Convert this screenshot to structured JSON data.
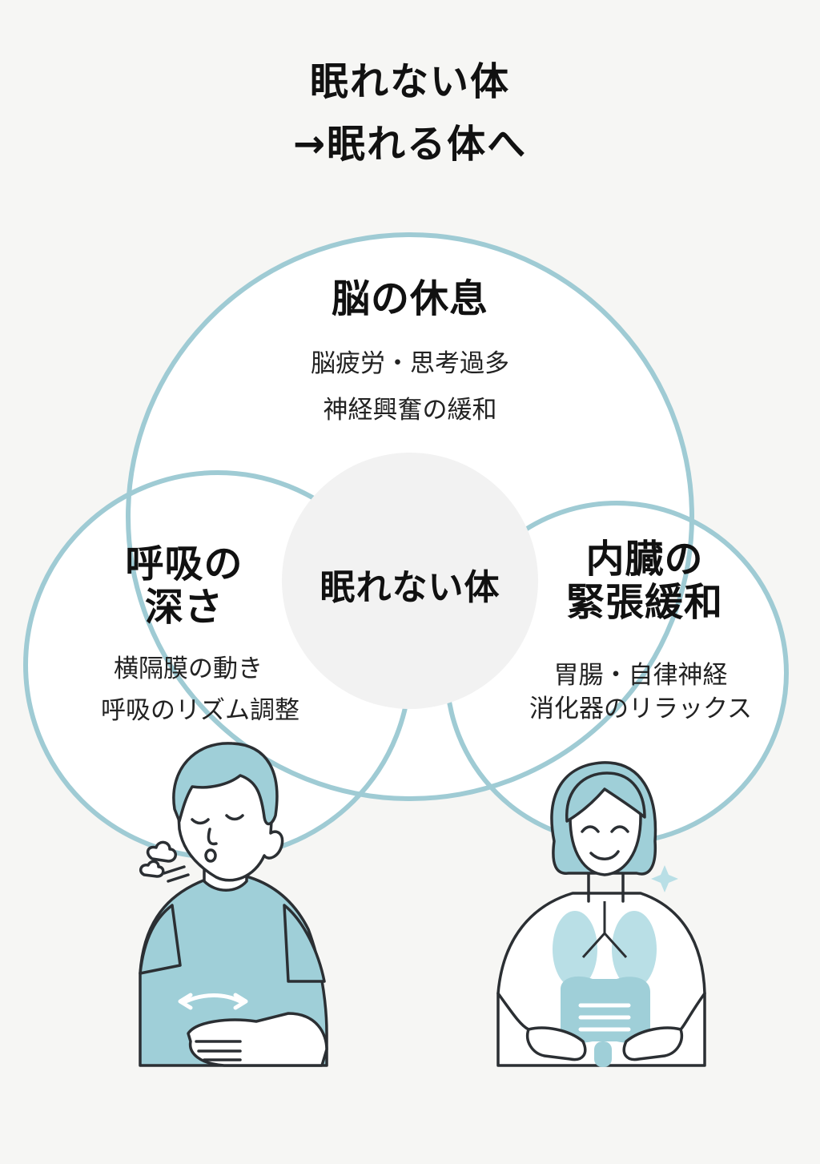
{
  "title": {
    "line1": "眠れない体",
    "line2": "→眠れる体へ"
  },
  "center": {
    "label": "眠れない体"
  },
  "top_circle": {
    "heading": "脳の休息",
    "lines": [
      "脳疲労・思考過多",
      "神経興奮の緩和"
    ]
  },
  "left_circle": {
    "heading_lines": [
      "呼吸の",
      "深さ"
    ],
    "lines": [
      "横隔膜の動き",
      "呼吸のリズム調整"
    ]
  },
  "right_circle": {
    "heading_lines": [
      "内臓の",
      "緊張緩和"
    ],
    "lines": [
      "胃腸・自律神経",
      "消化器のリラックス"
    ]
  },
  "colors": {
    "ring": "#9fcbd4",
    "center_fill": "#f2f2f2",
    "shirt": "#9fcfd8",
    "outline": "#2b2f33",
    "organ": "#b9dfe6"
  },
  "illustrations": {
    "left": "breathing-man-icon",
    "right": "smiling-woman-organs-icon"
  }
}
